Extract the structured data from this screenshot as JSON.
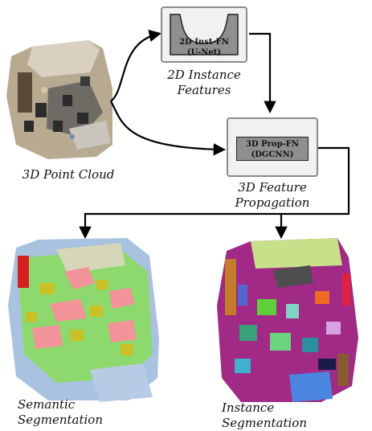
{
  "captions": {
    "point_cloud": "3D Point Cloud",
    "instance_features_line1": "2D Instance",
    "instance_features_line2": "Features",
    "feature_propagation_line1": "3D Feature",
    "feature_propagation_line2": "Propagation",
    "semantic_line1": "Semantic",
    "semantic_line2": "Segmentation",
    "instance_line1": "Instance",
    "instance_line2": "Segmentation"
  },
  "blocks": {
    "inst_fn": {
      "line1": "2D Inst-FN",
      "line2": "(U-Net)"
    },
    "prop_fn": {
      "line1": "3D Prop-FN",
      "line2": "(DGCNN)"
    }
  },
  "colors": {
    "block_fill": "#f1f1f1",
    "block_border": "#8a8a8a",
    "inner_fill": "#8f8f8f",
    "arrow": "#000000"
  },
  "icons": [
    "point-cloud-image",
    "semantic-segmentation-image",
    "instance-segmentation-image",
    "unet-shape-icon"
  ]
}
